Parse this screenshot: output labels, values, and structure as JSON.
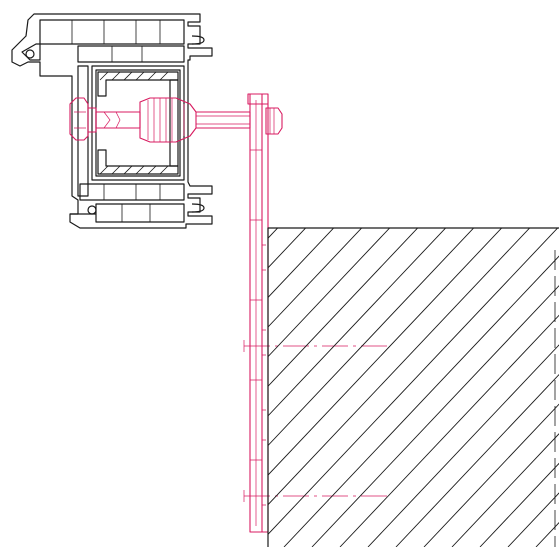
{
  "drawing": {
    "colors": {
      "profile_stroke": "#1a1a1a",
      "fixing_stroke": "#d81b60",
      "background": "#ffffff"
    },
    "components": [
      "window-frame-profile",
      "steel-reinforcement",
      "frame-anchor-screw",
      "wall-plate",
      "masonry-wall-section"
    ]
  }
}
